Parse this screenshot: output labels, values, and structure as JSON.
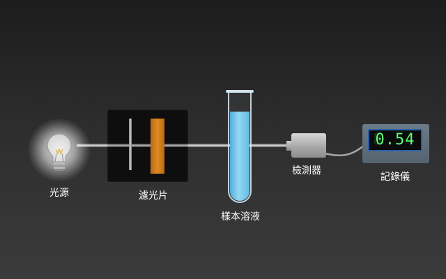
{
  "labels": {
    "light_source": "光源",
    "filter": "濾光片",
    "sample": "樣本溶液",
    "detector": "檢測器",
    "recorder": "記錄儀"
  },
  "recorder": {
    "reading": "0.54"
  },
  "colors": {
    "filter": "#e08b22",
    "solution": "#7fcff2",
    "display_text": "#5dff74",
    "display_border": "#2c5fa8"
  }
}
